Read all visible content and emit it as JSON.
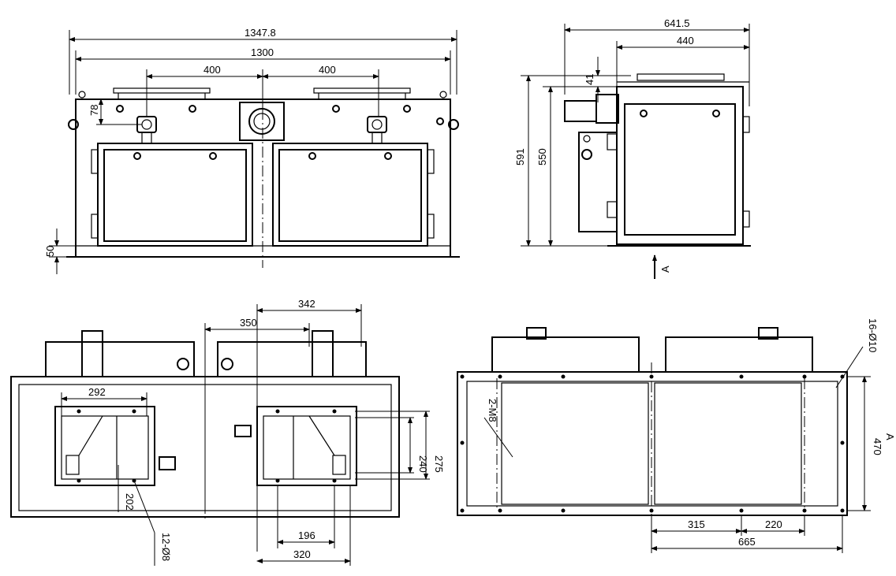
{
  "front_view": {
    "overall_width": "1347.8",
    "flange_width": "1300",
    "left_spacing": "400",
    "right_spacing": "400",
    "top_offset": "78",
    "base_height": "50"
  },
  "side_view": {
    "overall_depth": "641.5",
    "body_depth": "440",
    "top_offset": "41",
    "overall_height": "591",
    "body_height": "550",
    "view_arrow": "A"
  },
  "bottom_view": {
    "top_dim_a": "342",
    "top_dim_b": "350",
    "left_opening": "292",
    "height_240": "240",
    "height_275": "275",
    "inner_196": "196",
    "inner_320": "320",
    "label_202": "202",
    "hole_callout": "12-Ø8"
  },
  "top_view": {
    "hole_callout": "16-Ø10",
    "thread_callout": "2-M8",
    "width_470": "470",
    "view_arrow": "A",
    "dim_315": "315",
    "dim_220": "220",
    "dim_665": "665"
  }
}
